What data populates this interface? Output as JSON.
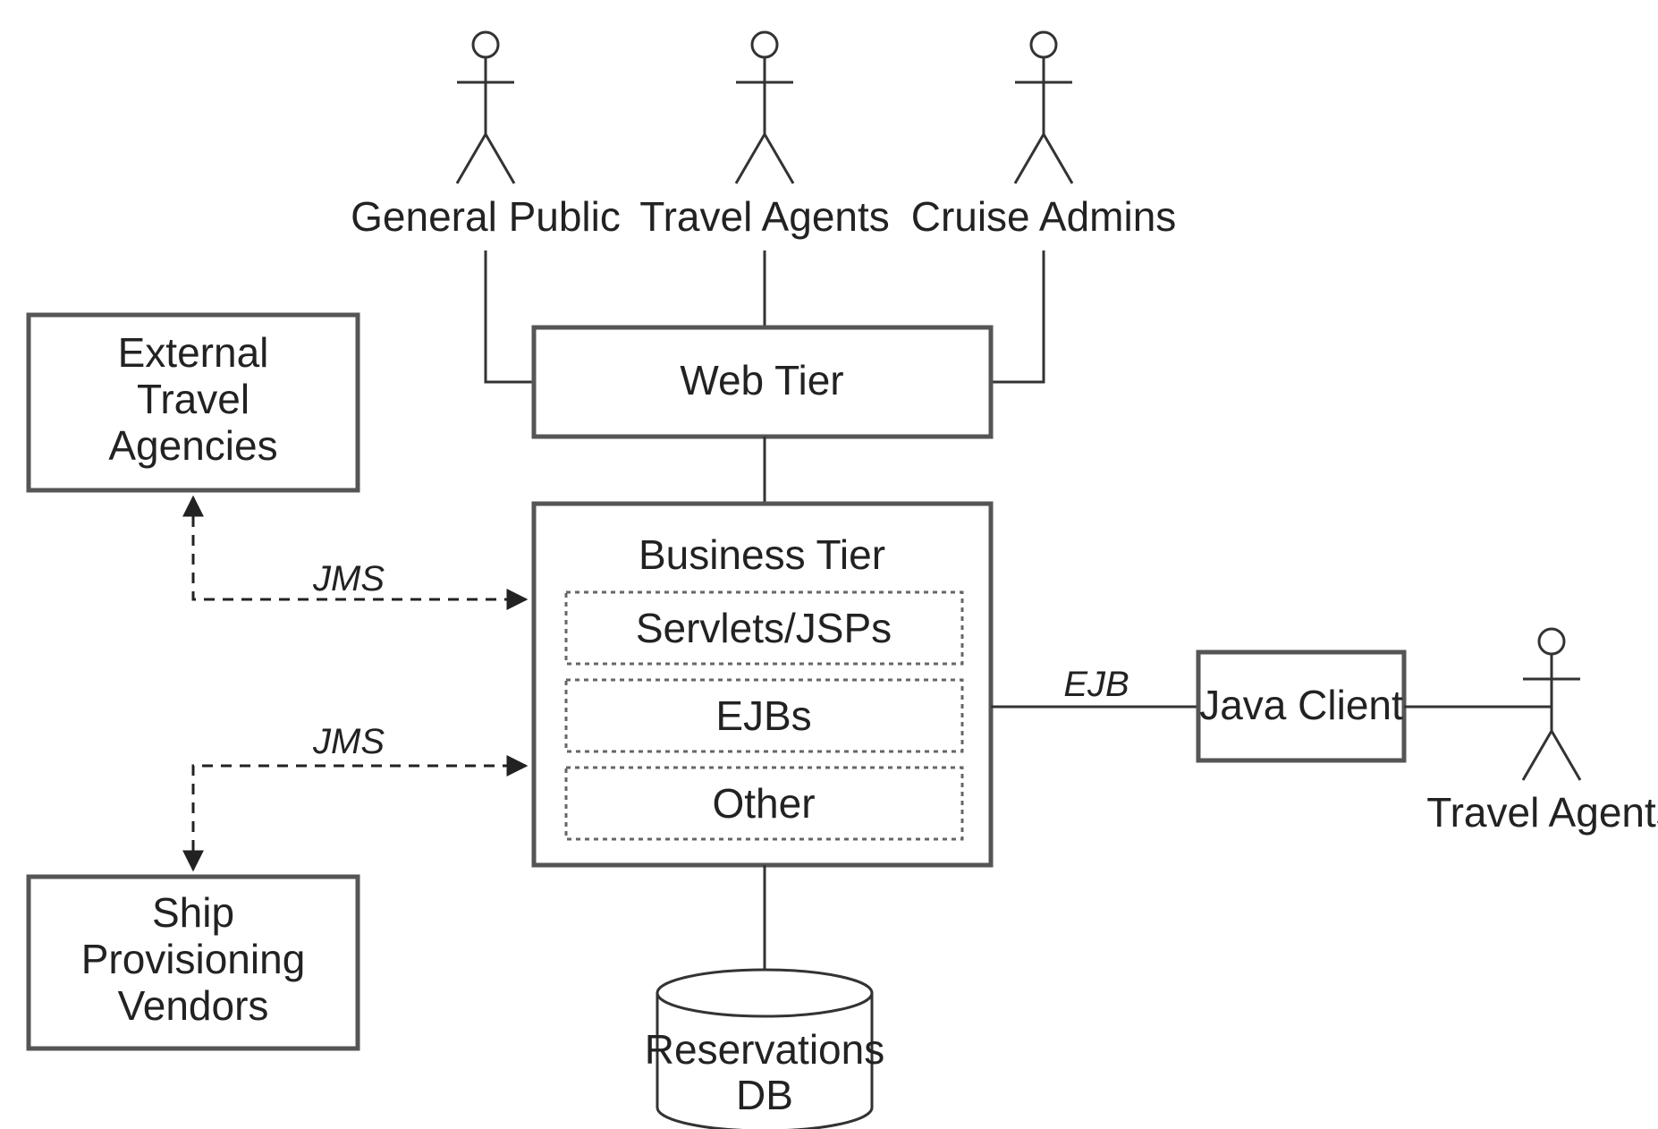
{
  "actors": {
    "general_public": "General Public",
    "travel_agents_web": "Travel Agents",
    "cruise_admins": "Cruise Admins",
    "travel_agents_java": "Travel Agents"
  },
  "boxes": {
    "web_tier": "Web Tier",
    "business_tier": "Business Tier",
    "servlets_jsps": "Servlets/JSPs",
    "ejbs": "EJBs",
    "other": "Other",
    "java_client": "Java Client",
    "external_travel_agencies": [
      "External",
      "Travel",
      "Agencies"
    ],
    "ship_provisioning_vendors": [
      "Ship",
      "Provisioning",
      "Vendors"
    ],
    "reservations_db": [
      "Reservations",
      "DB"
    ]
  },
  "edges": {
    "jms_top": "JMS",
    "jms_bottom": "JMS",
    "ejb": "EJB"
  }
}
